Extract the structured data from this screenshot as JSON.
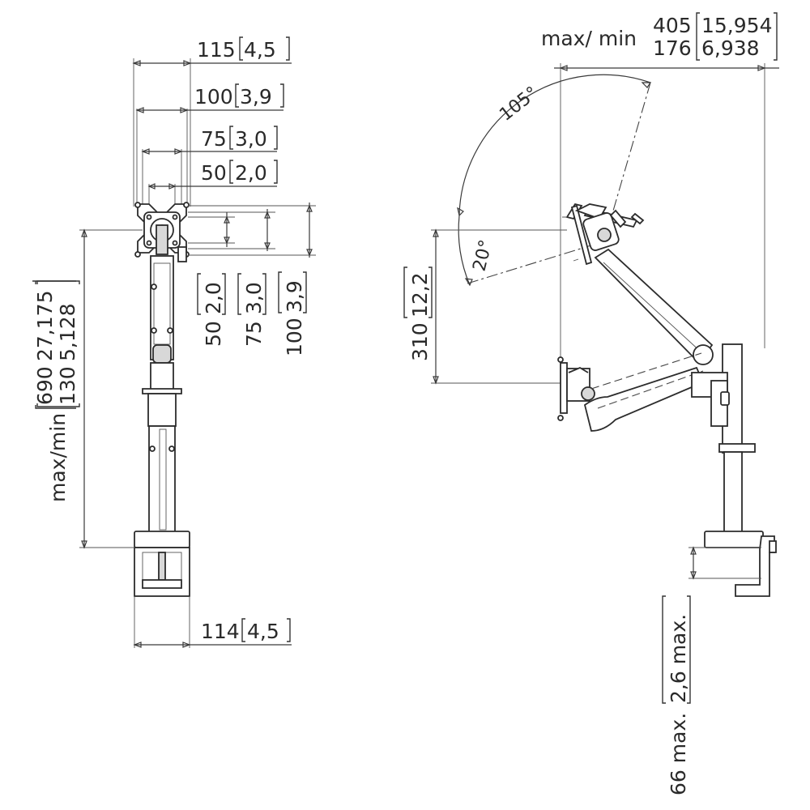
{
  "front_view": {
    "width_115": {
      "mm": "115",
      "inch": "4,5"
    },
    "width_100": {
      "mm": "100",
      "inch": "3,9"
    },
    "width_75": {
      "mm": "75",
      "inch": "3,0"
    },
    "width_50": {
      "mm": "50",
      "inch": "2,0"
    },
    "height_50": {
      "mm": "50",
      "inch": "2,0"
    },
    "height_75": {
      "mm": "75",
      "inch": "3,0"
    },
    "height_100": {
      "mm": "100",
      "inch": "3,9"
    },
    "max_min_label": "max/min",
    "height_max": {
      "mm": "690",
      "inch": "27,175"
    },
    "height_min": {
      "mm": "130",
      "inch": "5,128"
    },
    "base_width": {
      "mm": "114",
      "inch": "4,5"
    }
  },
  "side_view": {
    "reach_label": "max/ min",
    "reach_max": {
      "mm": "405",
      "inch": "15,954"
    },
    "reach_min": {
      "mm": "176",
      "inch": "6,938"
    },
    "tilt_angle": "105°",
    "tilt_down": "20°",
    "lift": {
      "mm": "310",
      "inch": "12,2"
    },
    "clamp": {
      "mm": "66 max.",
      "inch": "2,6 max."
    }
  }
}
